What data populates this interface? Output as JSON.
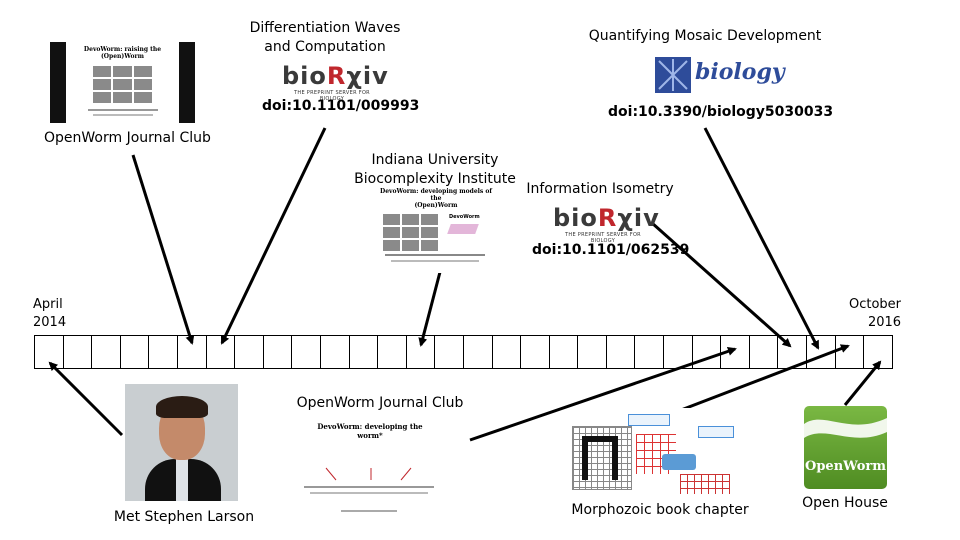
{
  "timeline": {
    "start_label": [
      "April",
      "2014"
    ],
    "end_label": [
      "October",
      "2016"
    ],
    "cell_count": 30
  },
  "events": {
    "openworm_jc_2014": {
      "label": "OpenWorm Journal Club",
      "thumb_title": "DevoWorm: raising the (Open)Worm"
    },
    "diff_waves": {
      "label": [
        "Differentiation Waves",
        "and Computation"
      ],
      "doi": "doi:10.1101/009993"
    },
    "indiana": {
      "label": [
        "Indiana University",
        "Biocomplexity Institute"
      ],
      "thumb_title": [
        "DevoWorm: developing models of the",
        "(Open)Worm"
      ],
      "thumb_logo": "DevoWorm"
    },
    "info_isometry": {
      "label": "Information Isometry",
      "doi": "doi:10.1101/062539"
    },
    "mosaic": {
      "label": "Quantifying Mosaic Development",
      "doi": "doi:10.3390/biology5030033",
      "journal": "biology"
    },
    "met_larson": {
      "label": "Met Stephen Larson"
    },
    "openworm_jc_2016": {
      "label": "OpenWorm Journal Club",
      "thumb_title": [
        "DevoWorm: developing the",
        "worm*"
      ]
    },
    "morphozoic": {
      "label": "Morphozoic book chapter"
    },
    "open_house": {
      "label": "Open House",
      "logo_text": "OpenWorm"
    }
  },
  "biorxiv": {
    "word_pre": "bio",
    "word_r": "R",
    "word_post": "χiv",
    "tagline": "THE PREPRINT SERVER FOR BIOLOGY"
  },
  "colors": {
    "line": "#000000",
    "openworm_green": "#5e9a2e",
    "mdpi_blue": "#2e4c9a",
    "biorxiv_red": "#c0272d"
  }
}
